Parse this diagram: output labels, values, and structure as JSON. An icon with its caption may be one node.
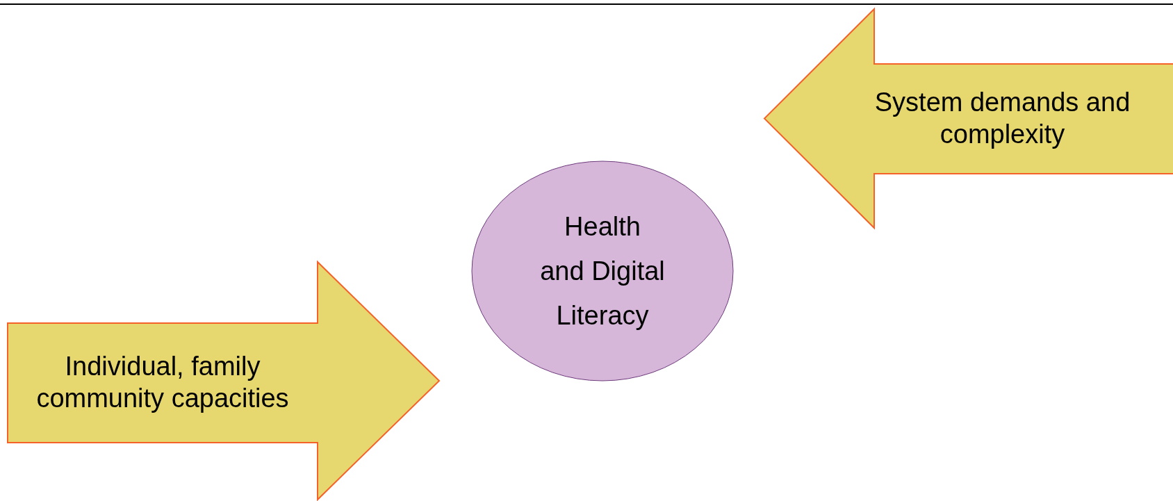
{
  "diagram": {
    "nodes": [
      {
        "text": [
          "System demands and complexity"
        ]
      },
      {
        "text": [
          "Health and Digital Literacy"
        ]
      },
      {
        "text": [
          "Individual, family community capacities"
        ]
      }
    ]
  }
}
